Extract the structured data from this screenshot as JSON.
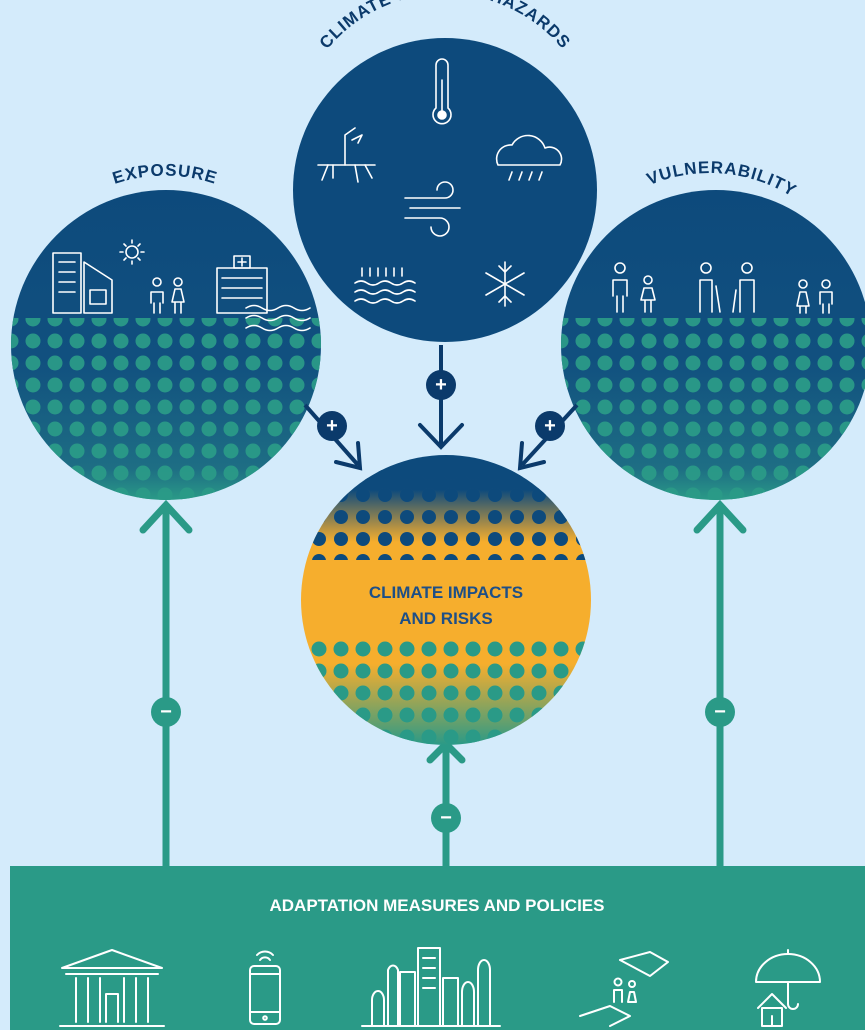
{
  "hazards": {
    "title": "CLIMATE-RELATED HAZARDS"
  },
  "exposure": {
    "title": "EXPOSURE"
  },
  "vulnerability": {
    "title": "VULNERABILITY"
  },
  "impacts": {
    "line1": "CLIMATE IMPACTS",
    "line2": "AND RISKS"
  },
  "signs": {
    "plus": "+",
    "minus": "−"
  },
  "footer": {
    "title": "ADAPTATION MEASURES AND POLICIES"
  },
  "colors": {
    "background": "#d4ebfb",
    "navy": "#0d4a7c",
    "teal": "#2a9a87",
    "orange": "#f6ae2d",
    "arrow": "#0b3a6b"
  }
}
